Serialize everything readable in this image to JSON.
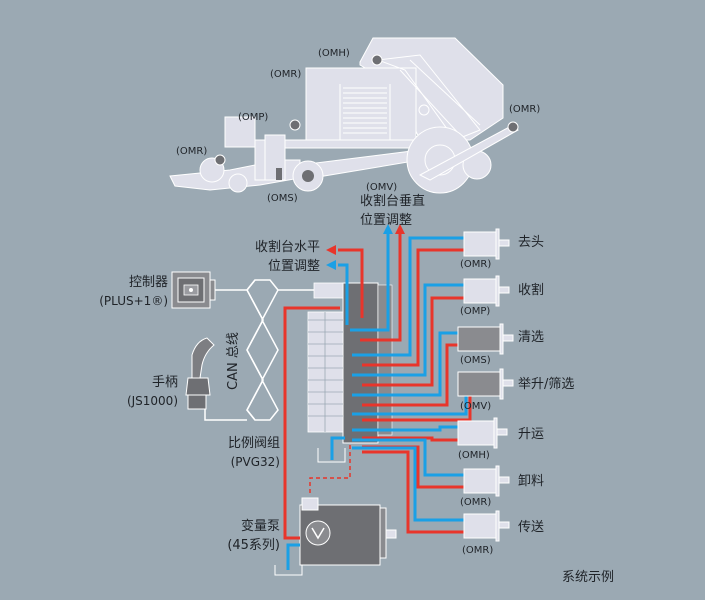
{
  "colors": {
    "background": "#9ba9b3",
    "machine_fill": "#dfe0ea",
    "outline": "#ffffff",
    "pressure_line": "#e8352b",
    "return_line": "#1aa0e6",
    "component_dark": "#6e6f73",
    "text": "#1f2328"
  },
  "machine": {
    "motor_tags": [
      "(OMH)",
      "(OMR)",
      "(OMP)",
      "(OMR)",
      "(OMS)",
      "(OMV)",
      "(OMR)"
    ]
  },
  "labels": {
    "header_vertical": [
      "收割台垂直",
      "位置调整"
    ],
    "header_horizontal": [
      "收割台水平",
      "位置调整"
    ],
    "controller": {
      "name": "控制器",
      "model": "(PLUS+1®)"
    },
    "can_bus": "CAN 总线",
    "joystick": {
      "name": "手柄",
      "model": "(JS1000)"
    },
    "valve_group": {
      "name": "比例阀组",
      "model": "(PVG32)"
    },
    "pump": {
      "name": "变量泵",
      "model": "(45系列)"
    },
    "caption": "系统示例"
  },
  "motors": [
    {
      "function": "去头",
      "type": "(OMR)"
    },
    {
      "function": "收割",
      "type": "(OMP)"
    },
    {
      "function": "清选",
      "type": "(OMS)"
    },
    {
      "function": "举升/筛选",
      "type": "(OMV)"
    },
    {
      "function": "升运",
      "type": "(OMH)"
    },
    {
      "function": "卸料",
      "type": "(OMR)"
    },
    {
      "function": "传送",
      "type": "(OMR)"
    }
  ]
}
